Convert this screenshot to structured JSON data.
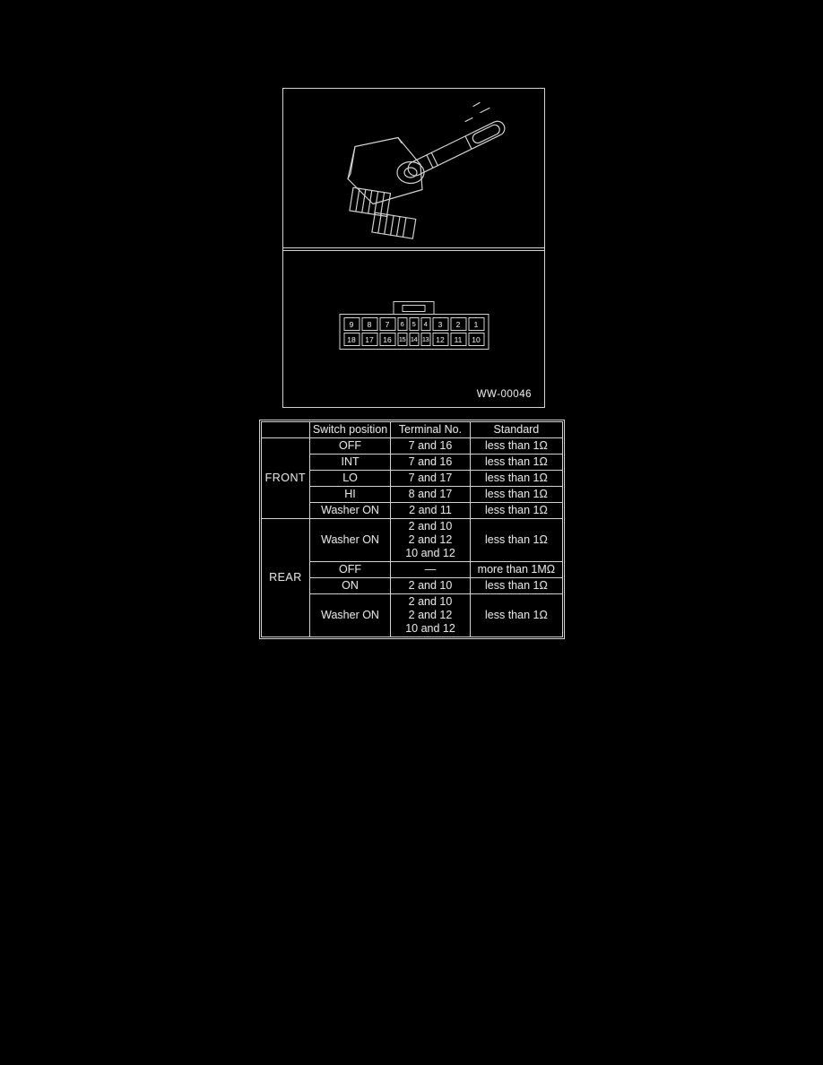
{
  "colors": {
    "bg": "#000000",
    "line": "#d2d2d2",
    "text": "#dedede"
  },
  "figure": {
    "code": "WW-00046",
    "connector": {
      "top_row": [
        "9",
        "8",
        "7",
        "6",
        "5",
        "4",
        "3",
        "2",
        "1"
      ],
      "bottom_row": [
        "18",
        "17",
        "16",
        "15",
        "14",
        "13",
        "12",
        "11",
        "10"
      ]
    }
  },
  "table": {
    "headers": {
      "position": "Switch position",
      "terminals": "Terminal No.",
      "standard": "Standard"
    },
    "groups": [
      {
        "label": "FRONT",
        "rows": [
          {
            "position": "OFF",
            "terminals": "7 and 16",
            "standard": "less than 1Ω"
          },
          {
            "position": "INT",
            "terminals": "7 and 16",
            "standard": "less than 1Ω"
          },
          {
            "position": "LO",
            "terminals": "7 and 17",
            "standard": "less than 1Ω"
          },
          {
            "position": "HI",
            "terminals": "8 and 17",
            "standard": "less than 1Ω"
          },
          {
            "position": "Washer ON",
            "terminals": "2 and 11",
            "standard": "less than 1Ω"
          }
        ]
      },
      {
        "label": "REAR",
        "rows": [
          {
            "position": "Washer ON",
            "terminals": "2 and 10\n2 and 12\n10 and 12",
            "standard": "less than 1Ω"
          },
          {
            "position": "OFF",
            "terminals": "—",
            "standard": "more than 1MΩ"
          },
          {
            "position": "ON",
            "terminals": "2 and 10",
            "standard": "less than 1Ω"
          },
          {
            "position": "Washer ON",
            "terminals": "2 and 10\n2 and 12\n10 and 12",
            "standard": "less than 1Ω"
          }
        ]
      }
    ]
  }
}
